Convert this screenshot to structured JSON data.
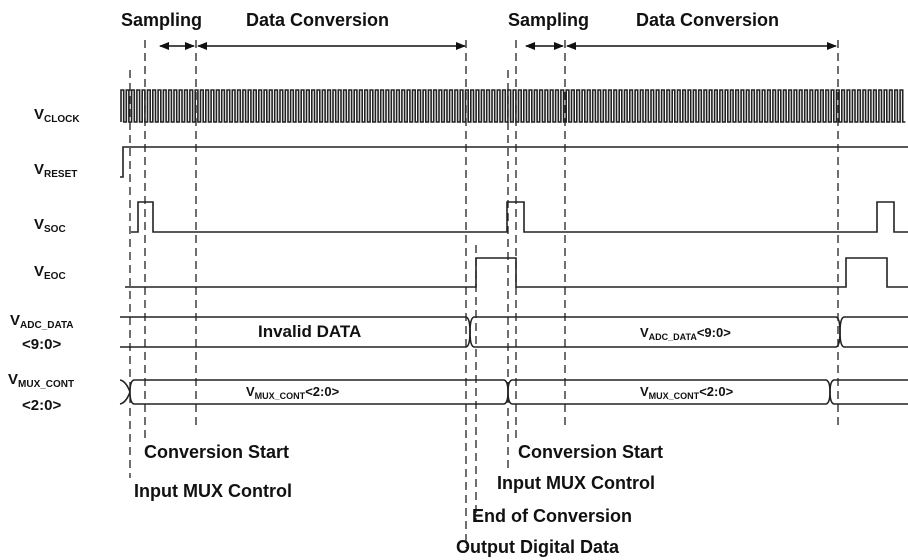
{
  "phases": {
    "sampling_1": "Sampling",
    "conversion_1": "Data Conversion",
    "sampling_2": "Sampling",
    "conversion_2": "Data Conversion"
  },
  "signals": {
    "clock": {
      "base": "V",
      "sub": "CLOCK"
    },
    "reset": {
      "base": "V",
      "sub": "RESET"
    },
    "soc": {
      "base": "V",
      "sub": "SOC"
    },
    "eoc": {
      "base": "V",
      "sub": "EOC"
    },
    "adc_data": {
      "base": "V",
      "sub": "ADC_DATA",
      "range": "<9:0>"
    },
    "mux_cont": {
      "base": "V",
      "sub": "MUX_CONT",
      "range": "<2:0>"
    }
  },
  "bus_values": {
    "adc_invalid": "Invalid DATA",
    "adc_valid": {
      "base": "V",
      "sub": "ADC_DATA",
      "suffix": "<9:0>"
    },
    "mux_1": {
      "base": "V",
      "sub": "MUX_CONT",
      "suffix": "<2:0>"
    },
    "mux_2": {
      "base": "V",
      "sub": "MUX_CONT",
      "suffix": "<2:0>"
    }
  },
  "events": {
    "conversion_start_1": "Conversion Start",
    "input_mux_control_1": "Input MUX Control",
    "conversion_start_2": "Conversion Start",
    "input_mux_control_2": "Input MUX Control",
    "end_of_conversion": "End of Conversion",
    "output_digital_data": "Output Digital Data"
  }
}
